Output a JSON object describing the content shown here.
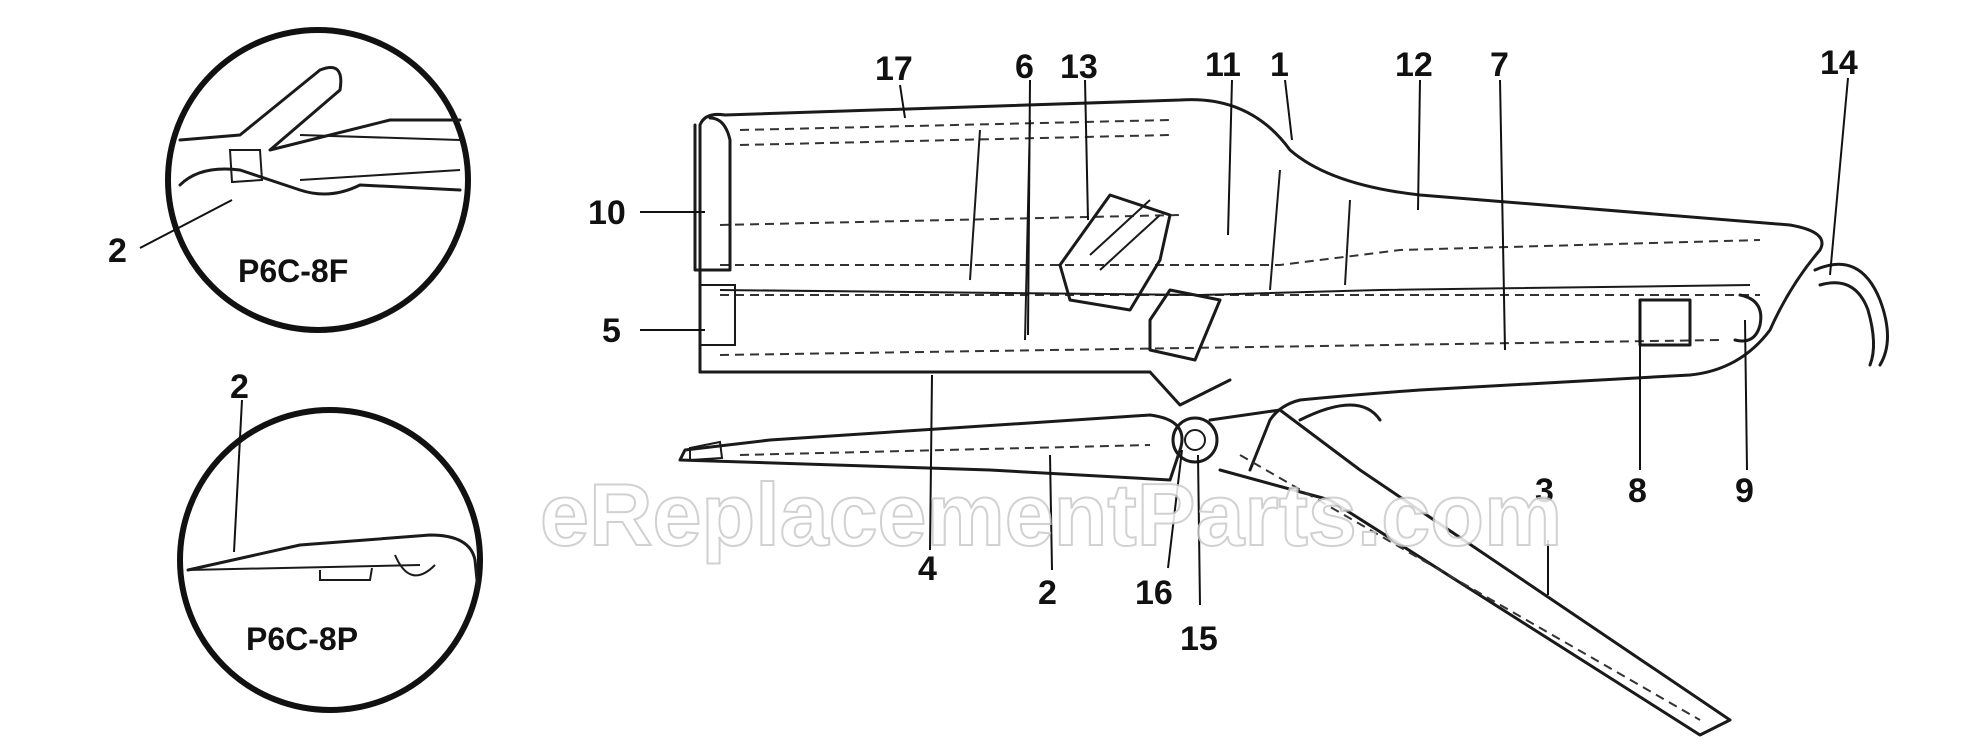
{
  "diagram": {
    "callouts": [
      "1",
      "2",
      "3",
      "4",
      "5",
      "6",
      "7",
      "8",
      "9",
      "10",
      "11",
      "12",
      "13",
      "14",
      "15",
      "16",
      "17"
    ],
    "bottom_label_2": "2",
    "detail_label_2_f": "2",
    "detail_label_2_p": "2"
  },
  "details": {
    "top_caption": "P6C-8F",
    "bottom_caption": "P6C-8P"
  },
  "watermark": "eReplacementParts.com"
}
